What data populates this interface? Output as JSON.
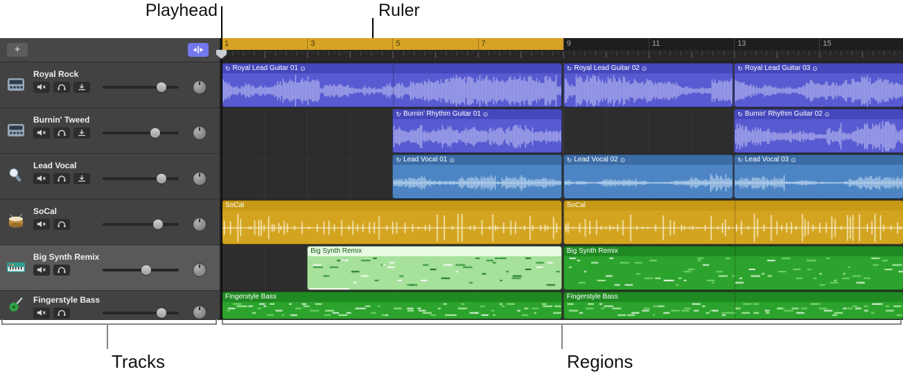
{
  "annotations": {
    "playhead": "Playhead",
    "ruler": "Ruler",
    "tracks": "Tracks",
    "regions": "Regions"
  },
  "toolbar": {
    "add_track": "+"
  },
  "region_badges": {
    "loop": "↻",
    "follow": "⊙"
  },
  "ruler": {
    "numbers": [
      {
        "label": "1",
        "bar": 1,
        "zone": "cycle"
      },
      {
        "label": "3",
        "bar": 3,
        "zone": "cycle"
      },
      {
        "label": "5",
        "bar": 5,
        "zone": "cycle"
      },
      {
        "label": "7",
        "bar": 7,
        "zone": "cycle"
      },
      {
        "label": "9",
        "bar": 9,
        "zone": "dark"
      },
      {
        "label": "11",
        "bar": 11,
        "zone": "dark"
      },
      {
        "label": "13",
        "bar": 13,
        "zone": "dark"
      },
      {
        "label": "15",
        "bar": 15,
        "zone": "dark"
      }
    ]
  },
  "tracks": [
    {
      "name": "Royal Rock",
      "icon": "amp-icon",
      "controls": [
        "mute",
        "solo",
        "input"
      ],
      "selected": false,
      "volume": 0.81
    },
    {
      "name": "Burnin' Tweed",
      "icon": "amp-icon",
      "controls": [
        "mute",
        "solo",
        "input"
      ],
      "selected": false,
      "volume": 0.72
    },
    {
      "name": "Lead Vocal",
      "icon": "mic-icon",
      "controls": [
        "mute",
        "solo",
        "input"
      ],
      "selected": false,
      "volume": 0.81
    },
    {
      "name": "SoCal",
      "icon": "drums-icon",
      "controls": [
        "mute",
        "solo"
      ],
      "selected": false,
      "volume": 0.76
    },
    {
      "name": "Big Synth Remix",
      "icon": "synth-icon",
      "controls": [
        "mute",
        "solo"
      ],
      "selected": true,
      "volume": 0.58
    },
    {
      "name": "Fingerstyle Bass",
      "icon": "bass-icon",
      "controls": [
        "mute",
        "solo"
      ],
      "selected": false,
      "volume": 0.81
    }
  ],
  "regions": [
    {
      "track": 0,
      "label": "Royal Lead Guitar 01",
      "style": "guitar",
      "start": 1,
      "end": 9,
      "dividers": [
        5
      ],
      "badges": true,
      "selected": false
    },
    {
      "track": 0,
      "label": "Royal Lead Guitar 02",
      "style": "guitar",
      "start": 9,
      "end": 13,
      "badges": true,
      "selected": false
    },
    {
      "track": 0,
      "label": "Royal Lead Guitar 03",
      "style": "guitar",
      "start": 13,
      "end": 17,
      "badges": true,
      "selected": false
    },
    {
      "track": 1,
      "label": "Burnin' Rhythm Guitar 01",
      "style": "guitar",
      "start": 5,
      "end": 9,
      "badges": true,
      "selected": false
    },
    {
      "track": 1,
      "label": "Burnin' Rhythm Guitar 02",
      "style": "guitar",
      "start": 13,
      "end": 17,
      "badges": true,
      "selected": false
    },
    {
      "track": 2,
      "label": "Lead Vocal 01",
      "style": "vocal",
      "start": 5,
      "end": 9,
      "badges": true,
      "selected": false
    },
    {
      "track": 2,
      "label": "Lead Vocal 02",
      "style": "vocal",
      "start": 9,
      "end": 13,
      "badges": true,
      "selected": false
    },
    {
      "track": 2,
      "label": "Lead Vocal 03",
      "style": "vocal",
      "start": 13,
      "end": 17,
      "badges": true,
      "selected": false
    },
    {
      "track": 3,
      "label": "SoCal",
      "style": "drums",
      "start": 1,
      "end": 9,
      "badges": false,
      "selected": false
    },
    {
      "track": 3,
      "label": "SoCal",
      "style": "drums",
      "start": 9,
      "end": 17,
      "dividers": [
        13
      ],
      "badges": false,
      "selected": false
    },
    {
      "track": 4,
      "label": "Big Synth Remix",
      "style": "midi",
      "start": 3,
      "end": 9,
      "badges": false,
      "selected": true
    },
    {
      "track": 4,
      "label": "Big Synth Remix",
      "style": "midi",
      "start": 9,
      "end": 17,
      "dividers": [
        13
      ],
      "badges": false,
      "selected": false
    },
    {
      "track": 5,
      "label": "Fingerstyle Bass",
      "style": "midi",
      "start": 1,
      "end": 9,
      "badges": false,
      "selected": false
    },
    {
      "track": 5,
      "label": "Fingerstyle Bass",
      "style": "midi",
      "start": 9,
      "end": 17,
      "dividers": [
        13
      ],
      "badges": false,
      "selected": false
    }
  ],
  "colors": {
    "cycle_band": "#d7a324",
    "playhead_marker": "#c6ccd4",
    "pin_button": "#7277ee",
    "region_styles": {
      "guitar": {
        "body": "#575ad0",
        "header": "#4548bb",
        "text": "#ffffff"
      },
      "vocal": {
        "body": "#4d85c4",
        "header": "#3c6ca6",
        "text": "#ffffff"
      },
      "drums": {
        "body": "#d3a41f",
        "header": "#c79915",
        "text": "#ffffff"
      },
      "midi": {
        "body": "#2ca32c",
        "header": "#1f8a22",
        "text": "#ffffff"
      },
      "midi_selected": {
        "body": "#a7e29c",
        "header": "#e8fae3",
        "text": "#16591a"
      }
    }
  }
}
